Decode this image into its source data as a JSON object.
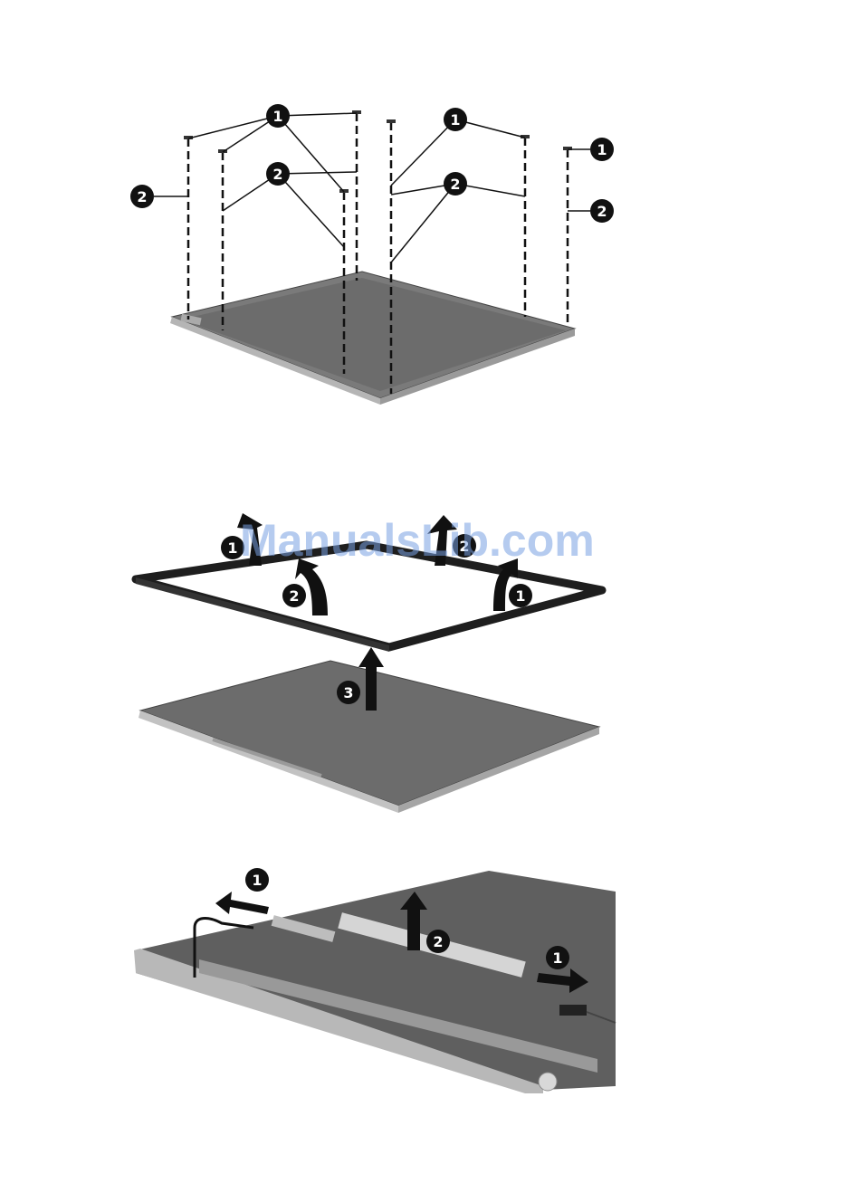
{
  "figures": [
    {
      "id": "remove-screws",
      "callouts": [
        {
          "label": "1"
        },
        {
          "label": "1"
        },
        {
          "label": "1"
        },
        {
          "label": "2"
        },
        {
          "label": "2"
        },
        {
          "label": "2"
        },
        {
          "label": "2"
        }
      ]
    },
    {
      "id": "remove-bezel",
      "callouts": [
        {
          "label": "1"
        },
        {
          "label": "1"
        },
        {
          "label": "2"
        },
        {
          "label": "2"
        },
        {
          "label": "3"
        }
      ]
    },
    {
      "id": "disconnect-inverter",
      "callouts": [
        {
          "label": "1"
        },
        {
          "label": "1"
        },
        {
          "label": "2"
        }
      ]
    }
  ],
  "watermark": {
    "text": "ManualsLib.com"
  },
  "colors": {
    "panel_fill": "#6f6f6f",
    "panel_edge": "#bdbdbd",
    "callout_fill": "#111111",
    "arrow_fill": "#111111",
    "watermark": "#78a0e1"
  }
}
